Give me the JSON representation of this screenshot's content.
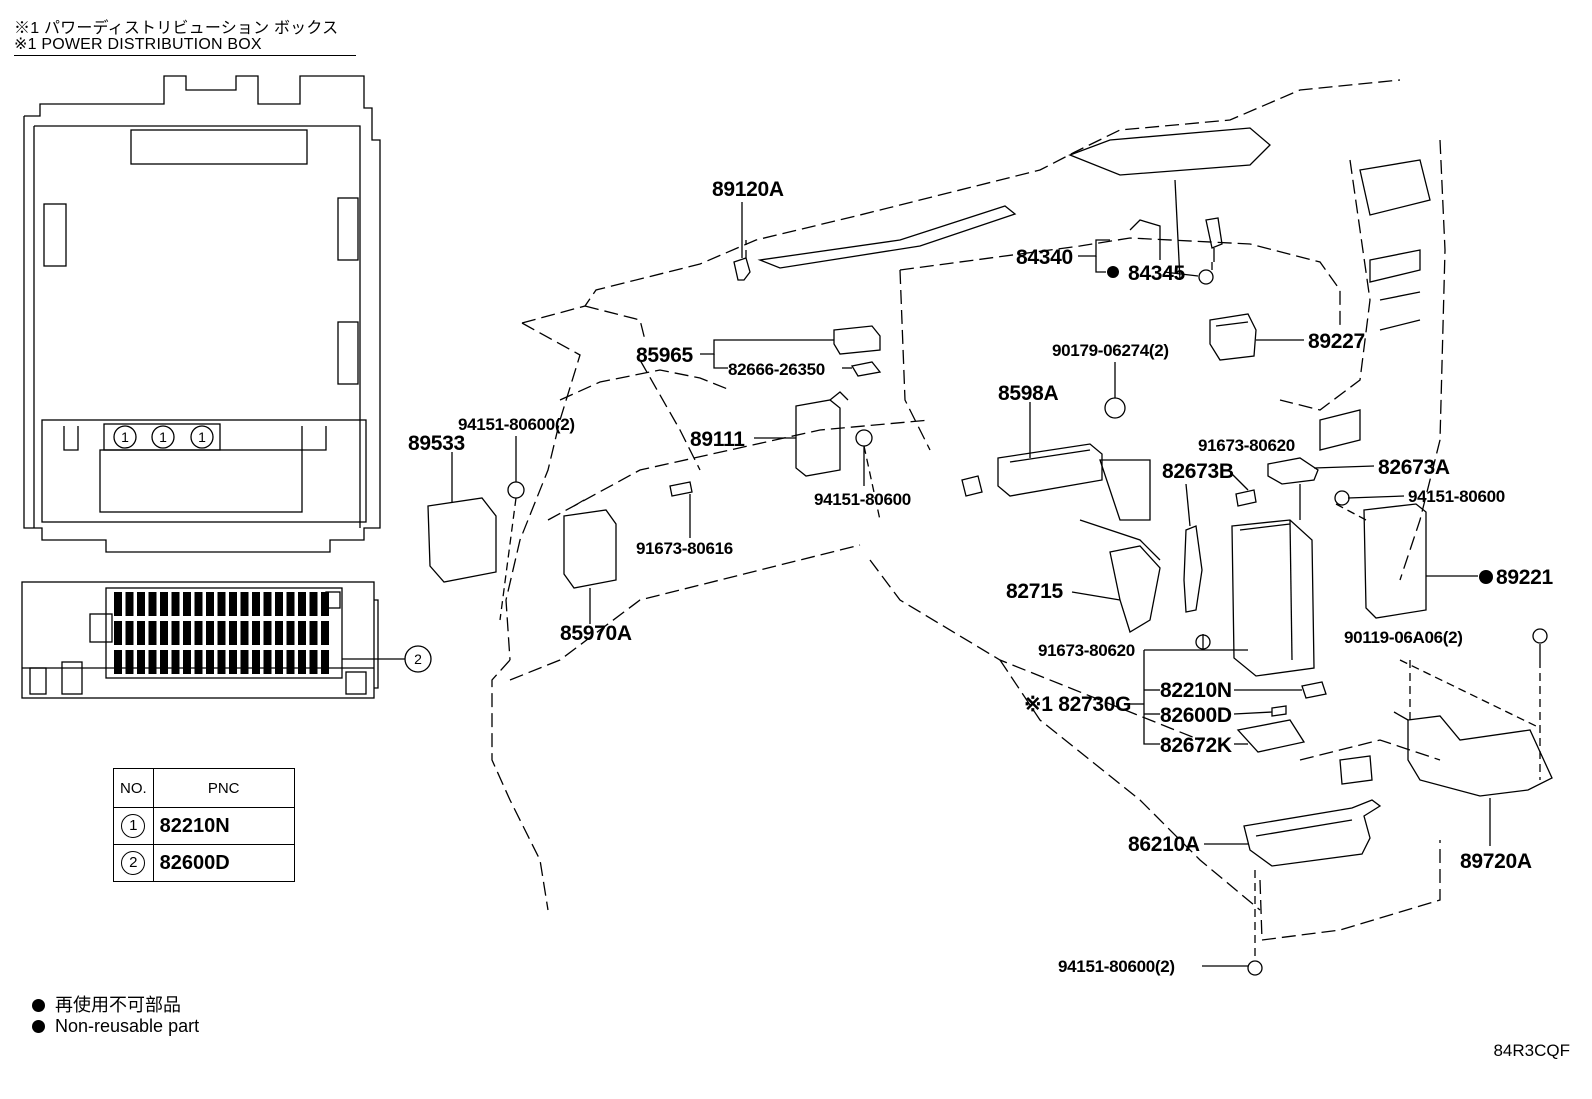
{
  "header": {
    "line1": "※1  パワーディストリビューション ボックス",
    "line2": "※1  POWER DISTRIBUTION BOX"
  },
  "labels": {
    "p89120A": "89120A",
    "p84340": "84340",
    "p84345": "84345",
    "p85965": "85965",
    "p82666": "82666-26350",
    "p89227": "89227",
    "p90179": "90179-06274(2)",
    "p8598A": "8598A",
    "p94151a": "94151-80600(2)",
    "p89111": "89111",
    "p89533": "89533",
    "p91673b": "91673-80620",
    "p82673B": "82673B",
    "p82673A": "82673A",
    "p94151b": "94151-80600",
    "p94151c": "94151-80600",
    "p91673a": "91673-80616",
    "p89221": "89221",
    "p82715": "82715",
    "p85970A": "85970A",
    "p90119": "90119-06A06(2)",
    "p91673c": "91673-80620",
    "p82730G": "※1 82730G",
    "p82210N": "82210N",
    "p82600D": "82600D",
    "p82672K": "82672K",
    "p86210A": "86210A",
    "p89720A": "89720A",
    "p94151d": "94151-80600(2)"
  },
  "box_callouts": {
    "c1": "1",
    "c2": "2"
  },
  "table": {
    "head_no": "NO.",
    "head_pnc": "PNC",
    "rows": [
      {
        "no": "1",
        "pnc": "82210N"
      },
      {
        "no": "2",
        "pnc": "82600D"
      }
    ]
  },
  "legend": {
    "jp": "再使用不可部品",
    "en": "Non-reusable part"
  },
  "diagram_code": "84R3CQF"
}
